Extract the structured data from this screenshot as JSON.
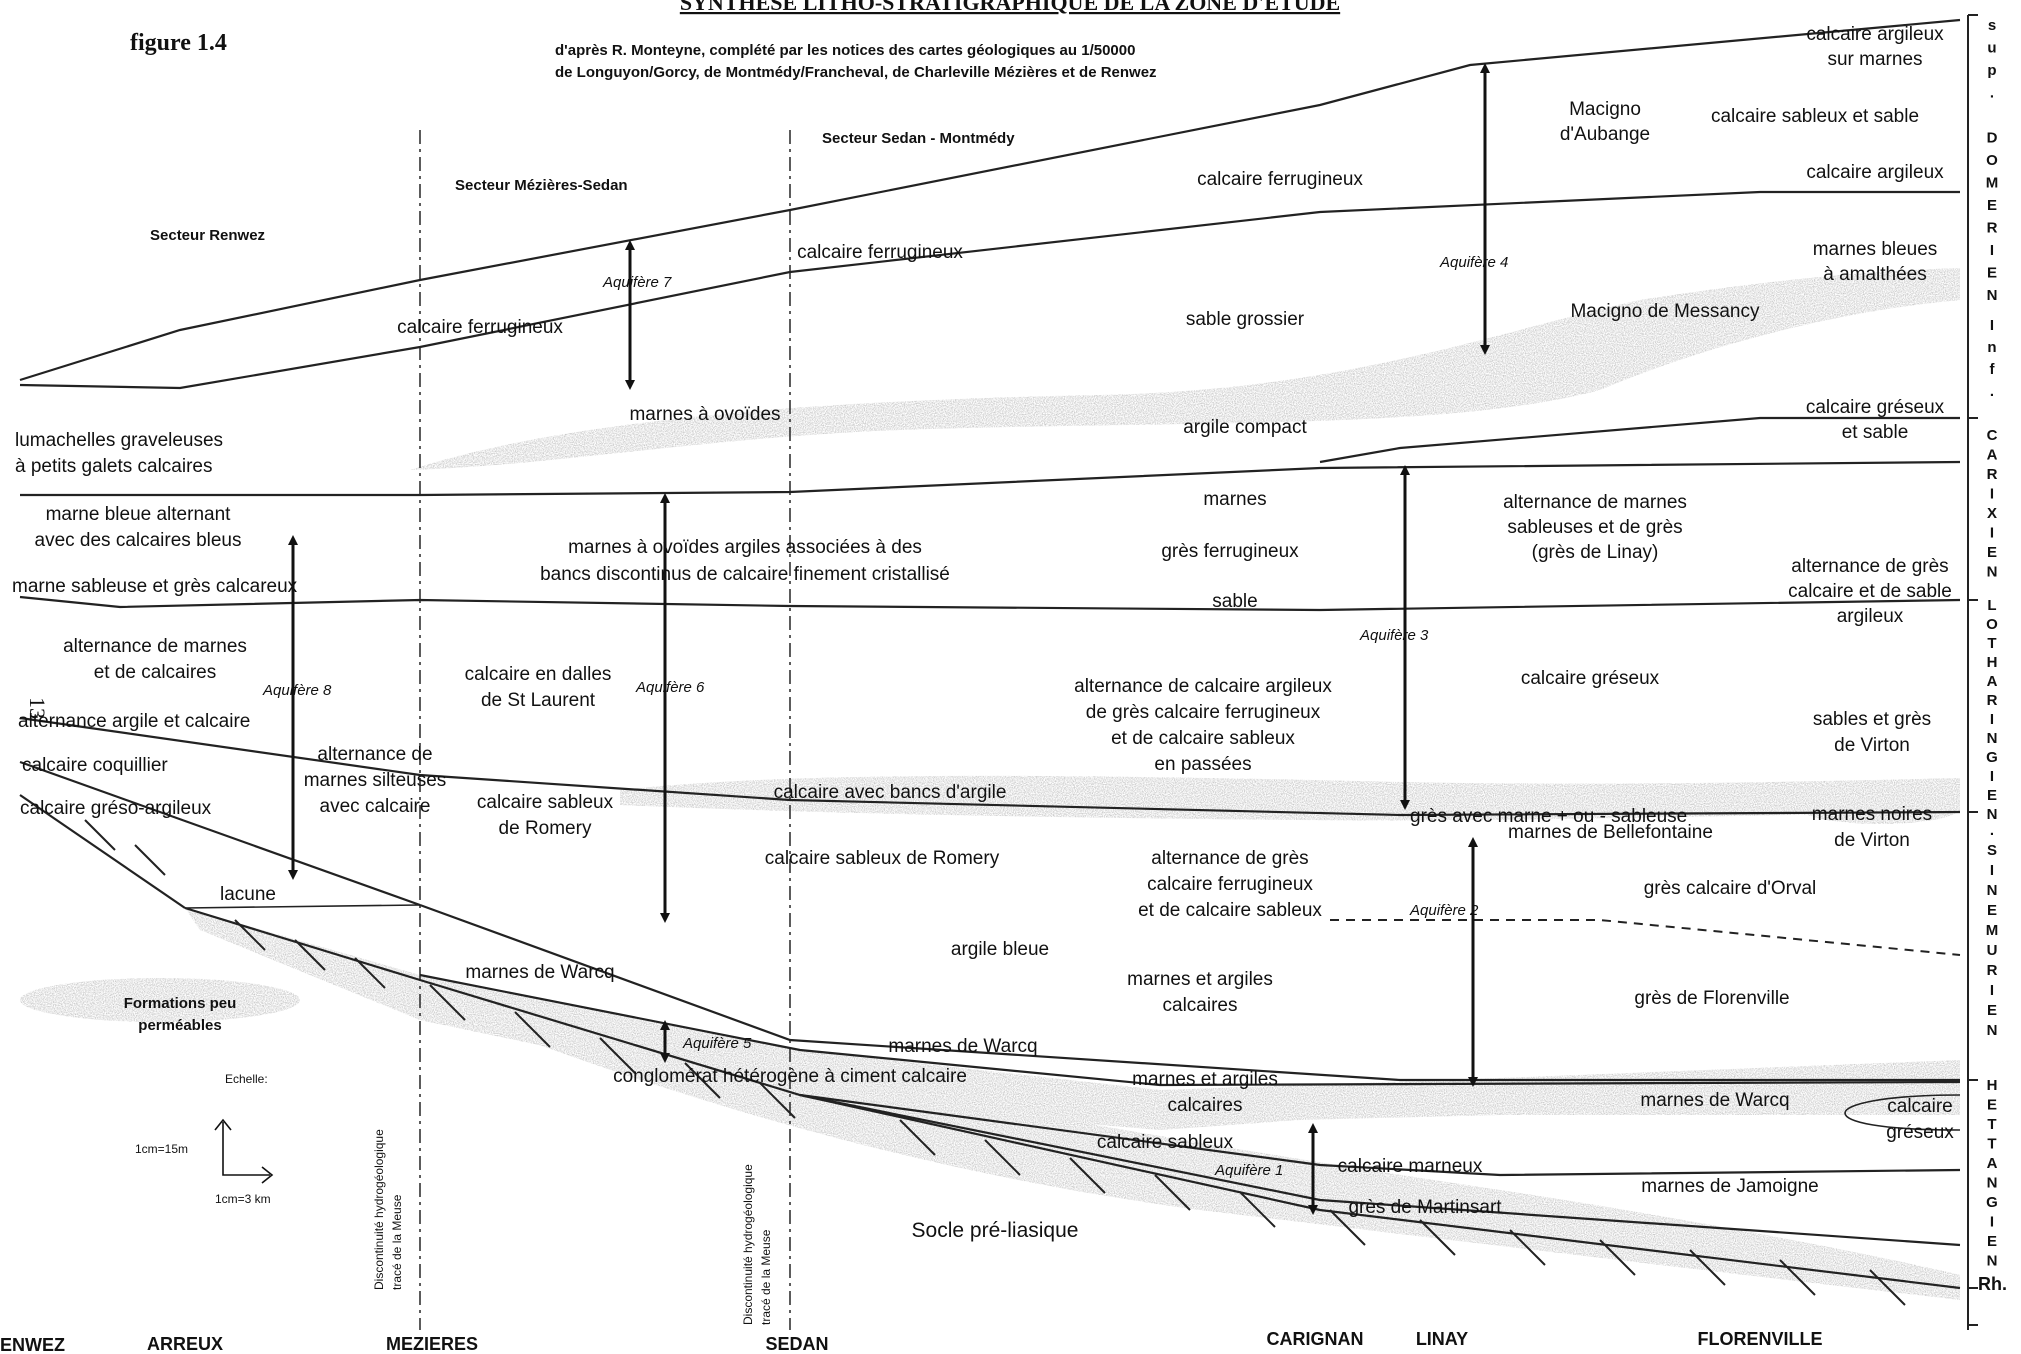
{
  "header": {
    "title": "SYNTHESE LITHO-STRATIGRAPHIQUE DE LA ZONE D'ETUDE",
    "figure_label": "figure 1.4",
    "source_line1": "d'après R. Monteyne, complété  par les notices des cartes géologiques au 1/50000",
    "source_line2": "de Longuyon/Gorcy, de Montmédy/Francheval, de Charleville Mézières et de Renwez",
    "page_number": "13"
  },
  "sectors": {
    "renwez": "Secteur Renwez",
    "mezieres_sedan": "Secteur Mézières-Sedan",
    "sedan_montmedy": "Secteur Sedan - Montmédy"
  },
  "towns": {
    "renwez": "ENWEZ",
    "arreux": "ARREUX",
    "mezieres": "MEZIERES",
    "sedan": "SEDAN",
    "carignan": "CARIGNAN",
    "linay": "LINAY",
    "florenville": "FLORENVILLE"
  },
  "discontinuity": {
    "line1": "Discontinuité hydrogéologique",
    "line2": "tracé de la Meuse"
  },
  "legend": {
    "formations_line1": "Formations peu",
    "formations_line2": "perméables",
    "scale_title": "Echelle:",
    "scale_vertical": "1cm=15m",
    "scale_horizontal": "1cm=3 km"
  },
  "aquifers": {
    "a1": "Aquifère 1",
    "a2": "Aquifère 2",
    "a3": "Aquifère 3",
    "a4": "Aquifère 4",
    "a5": "Aquifère 5",
    "a6": "Aquifère 6",
    "a7": "Aquifère 7",
    "a8": "Aquifère 8"
  },
  "formations": {
    "f01": "calcaire argileux",
    "f02": "sur marnes",
    "f03": "calcaire  sableux et sable",
    "f04": "Macigno",
    "f05": "d'Aubange",
    "f06": "calcaire argileux",
    "f07": "calcaire ferrugineux",
    "f08": "marnes bleues",
    "f09": "à amalthées",
    "f10": "calcaire ferrugineux",
    "f11": "calcaire ferrugineux",
    "f12": "sable grossier",
    "f13": "Macigno de Messancy",
    "f14": "marnes à ovoïdes",
    "f15": "argile compact",
    "f16": "calcaire gréseux",
    "f17": "et  sable",
    "f18": "lumachelles graveleuses",
    "f19": "à petits galets calcaires",
    "f20": "marnes",
    "f21": "alternance de marnes",
    "f22": "sableuses et de grès",
    "f23": "(grès de Linay)",
    "f24": "marne bleue alternant",
    "f25": "avec des calcaires bleus",
    "f26": "marnes à ovoïdes argiles associées à des",
    "f27": "bancs discontinus de calcaire finement cristallisé",
    "f28": "grès ferrugineux",
    "f29": "alternance de grès",
    "f30": "calcaire et de sable",
    "f31": "argileux",
    "f32": "marne sableuse et grès calcareux",
    "f33": "sable",
    "f34": "alternance de marnes",
    "f35": "et de calcaires",
    "f36": "calcaire en dalles",
    "f37": "de St Laurent",
    "f38": "alternance de calcaire argileux",
    "f39": "de grès calcaire ferrugineux",
    "f40": "et de calcaire sableux",
    "f41": "en passées",
    "f42": "calcaire gréseux",
    "f43": "sables et grès",
    "f44": "de Virton",
    "f45": "alternance argile et calcaire",
    "f46": "calcaire coquillier",
    "f47": "alternance de",
    "f48": "marnes silteuses",
    "f49": "avec calcaire",
    "f50": "calcaire avec bancs d'argile",
    "f51": "calcaire gréso-argileux",
    "f52": "calcaire sableux",
    "f53": "de Romery",
    "f54": "grès avec marne + ou - sableuse",
    "f55": "marnes de Bellefontaine",
    "f56": "marnes noires",
    "f57": "de Virton",
    "f58": "calcaire sableux de Romery",
    "f59": "alternance de grès",
    "f60": "calcaire ferrugineux",
    "f61": "et de calcaire sableux",
    "f62": "grès calcaire d'Orval",
    "f63": "lacune",
    "f64": "argile bleue",
    "f65": "marnes de Warcq",
    "f66": "marnes et argiles",
    "f67": "calcaires",
    "f68": "grès de Florenville",
    "f69": "marnes de Warcq",
    "f70": "conglomérat hétérogène à ciment calcaire",
    "f71": "marnes et argiles",
    "f72": "calcaires",
    "f73": "marnes de Warcq",
    "f74": "calcaire",
    "f75": "gréseux",
    "f76": "calcaire  sableux",
    "f77": "calcaire marneux",
    "f78": "marnes de Jamoigne",
    "f79": "grès de Martinsart",
    "f80": "Socle pré-liasique"
  },
  "stages": {
    "domerien": [
      "s",
      "u",
      "p",
      ".",
      "",
      "D",
      "O",
      "M",
      "E",
      "R",
      "I",
      "E",
      "N"
    ],
    "inf": [
      "I",
      "n",
      "f",
      "."
    ],
    "carixien": [
      "C",
      "A",
      "R",
      "I",
      "X",
      "I",
      "E",
      "N"
    ],
    "lotharingien": [
      "L",
      "O",
      "T",
      "H",
      "A",
      "R",
      "I",
      "N",
      "G",
      "I",
      "E",
      "N"
    ],
    "sinemurien": [
      ".",
      "S",
      "I",
      "N",
      "E",
      "M",
      "U",
      "R",
      "I",
      "E",
      "N"
    ],
    "hettangien": [
      "H",
      "E",
      "T",
      "T",
      "A",
      "N",
      "G",
      "I",
      "E",
      "N"
    ],
    "rhetien": "Rh."
  }
}
